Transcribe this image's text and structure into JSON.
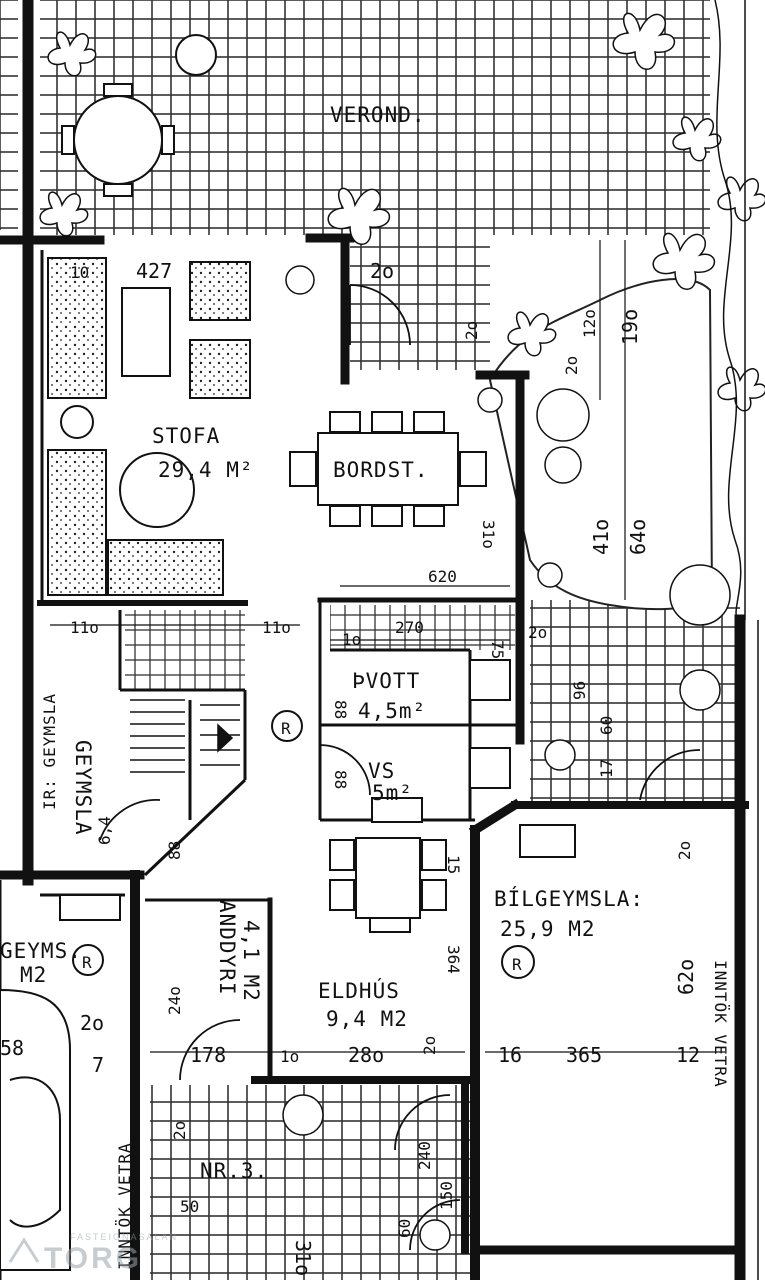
{
  "colors": {
    "ink": "#111111",
    "paper": "#ffffff",
    "tile": "#333333",
    "brand": "#9aa3ab"
  },
  "rooms": {
    "verond": "VEROND.",
    "stofa": "STOFA",
    "stofa_area": "29,4 M²",
    "bordst": "BORDST.",
    "thvott": "ÞVOTT",
    "thvott_area": "4,5m²",
    "vs": "VS",
    "vs_area": "5m²",
    "bilgeymsla": "BÍLGEYMSLA:",
    "bilgeymsla_area": "25,9 M2",
    "eldhus": "ELDHÚS",
    "eldhus_area": "9,4 M2",
    "geymsla_left": "GEYMS.",
    "geymsla_left_area": "M2",
    "geymsla_mid": "GEYMSLA",
    "ir_geymsla": "IR: GEYMSLA",
    "anddyri": "ANDDYRI",
    "anddyri_area": "4,1 M2",
    "nr": "NR.3.",
    "radiator": "R",
    "vetur_1": "INNTÖK VETRA",
    "vetur_2": "INNTÖK VETRA"
  },
  "dimensions": {
    "d427": "427",
    "d20a": "2o",
    "d10a": "10",
    "d20b": "2o",
    "d12o": "12o",
    "d19o": "19o",
    "d20c": "2o",
    "d310": "31o",
    "d620": "620",
    "d41o": "41o",
    "d64o": "64o",
    "d110a": "11o",
    "d110b": "11o",
    "d270": "270",
    "d10b": "1o",
    "d75": "75",
    "d20d": "2o",
    "d88a": "88",
    "d88b": "88",
    "d88c": "88",
    "d96": "96",
    "d60": "60",
    "d17": "17",
    "d64": "6,4",
    "d20e": "2o",
    "d15": "15",
    "d364": "364",
    "d62o": "62o",
    "d24o": "24o",
    "d20f": "2o",
    "d58": "58",
    "d7": "7",
    "d178": "178",
    "d1o": "1o",
    "d28o": "28o",
    "d2o": "2o",
    "d16": "16",
    "d365": "365",
    "d12": "12",
    "d20g": "2o",
    "d240": "240",
    "d150": "150",
    "d50": "50",
    "d310b": "31o",
    "d60b": "60"
  },
  "brand": {
    "small": "FASTEIGNASALAN",
    "big": "TORG"
  }
}
